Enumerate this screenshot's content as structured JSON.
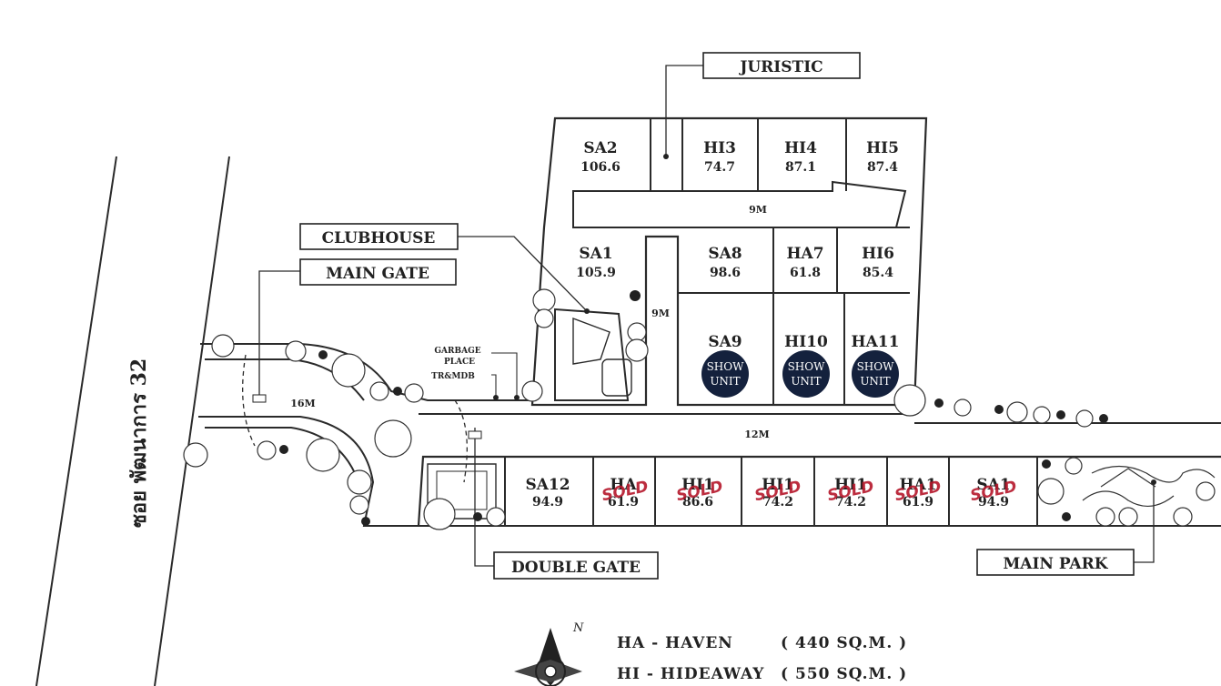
{
  "road": {
    "name": "ซอย พัฒนาการ 32"
  },
  "callouts": {
    "juristic": "JURISTIC",
    "clubhouse": "CLUBHOUSE",
    "main_gate": "MAIN GATE",
    "double_gate": "DOUBLE GATE",
    "main_park": "MAIN PARK",
    "garbage": "GARBAGE",
    "place": "PLACE",
    "trmdb": "TR&MDB"
  },
  "road_widths": {
    "top": "9M",
    "side": "9M",
    "main": "12M",
    "entry": "16M"
  },
  "north": "N",
  "units_top": [
    {
      "code": "SA2",
      "area": "106.6"
    },
    {
      "code": "HI3",
      "area": "74.7"
    },
    {
      "code": "HI4",
      "area": "87.1"
    },
    {
      "code": "HI5",
      "area": "87.4"
    }
  ],
  "unit_sa1": {
    "code": "SA1",
    "area": "105.9"
  },
  "units_mid": [
    {
      "code": "SA8",
      "area": "98.6"
    },
    {
      "code": "HA7",
      "area": "61.8"
    },
    {
      "code": "HI6",
      "area": "85.4"
    }
  ],
  "units_show": [
    {
      "code": "SA9",
      "badge1": "SHOW",
      "badge2": "UNIT"
    },
    {
      "code": "HI10",
      "badge1": "SHOW",
      "badge2": "UNIT"
    },
    {
      "code": "HA11",
      "badge1": "SHOW",
      "badge2": "UNIT"
    }
  ],
  "unit_sa12": {
    "code": "SA12",
    "area": "94.9"
  },
  "units_bottom": [
    {
      "code": "HA",
      "area": "61.9",
      "status": "SOLD"
    },
    {
      "code": "HI1",
      "area": "86.6",
      "status": "SOLD"
    },
    {
      "code": "HI1",
      "area": "74.2",
      "status": "SOLD"
    },
    {
      "code": "HI1",
      "area": "74.2",
      "status": "SOLD"
    },
    {
      "code": "HA1",
      "area": "61.9",
      "status": "SOLD"
    },
    {
      "code": "SA1",
      "area": "94.9",
      "status": "SOLD"
    }
  ],
  "legend": [
    {
      "code": "HA - HAVEN",
      "size": "( 440 SQ.M. )"
    },
    {
      "code": "HI  - HIDEAWAY",
      "size": "( 550 SQ.M. )"
    }
  ],
  "colors": {
    "show_unit": "#14213d",
    "sold": "#b5172b",
    "line": "#222222"
  }
}
